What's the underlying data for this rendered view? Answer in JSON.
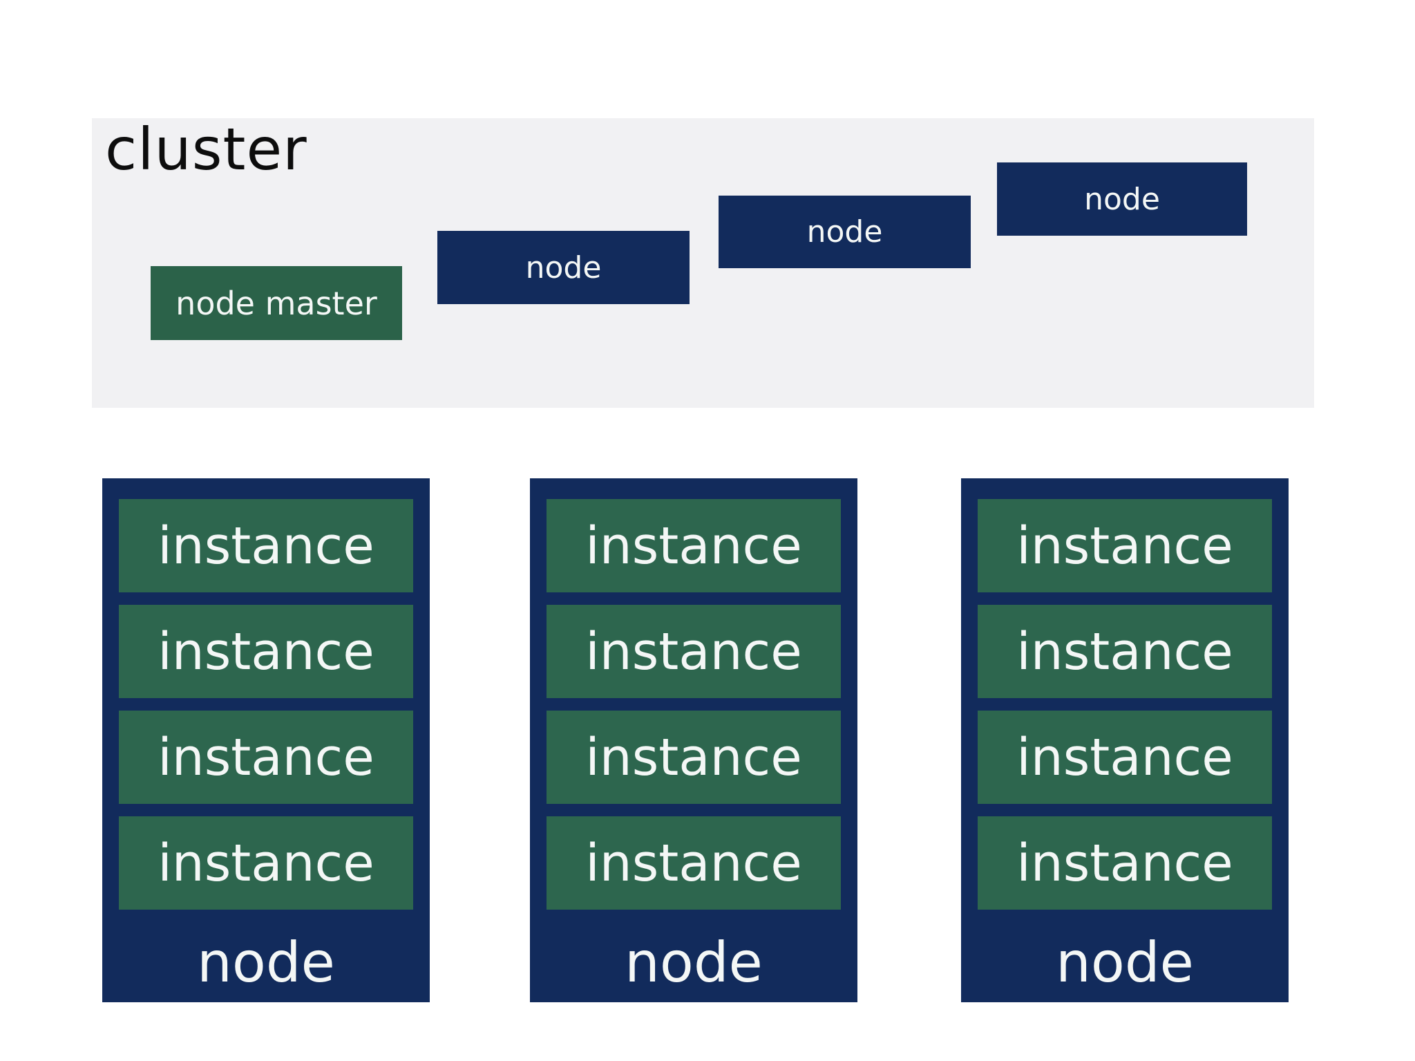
{
  "cluster": {
    "title": "cluster",
    "master": {
      "label": "node master"
    },
    "nodes": [
      {
        "label": "node"
      },
      {
        "label": "node"
      },
      {
        "label": "node"
      }
    ]
  },
  "workers": [
    {
      "label": "node",
      "instances": [
        "instance",
        "instance",
        "instance",
        "instance"
      ]
    },
    {
      "label": "node",
      "instances": [
        "instance",
        "instance",
        "instance",
        "instance"
      ]
    },
    {
      "label": "node",
      "instances": [
        "instance",
        "instance",
        "instance",
        "instance"
      ]
    }
  ],
  "colors": {
    "panel_gray": "#f1f1f3",
    "navy": "#122b5c",
    "green_master": "#2b6249",
    "green_instance": "#2d664e",
    "text_light": "#f4f7f6",
    "title_text": "#0d0d0d"
  }
}
